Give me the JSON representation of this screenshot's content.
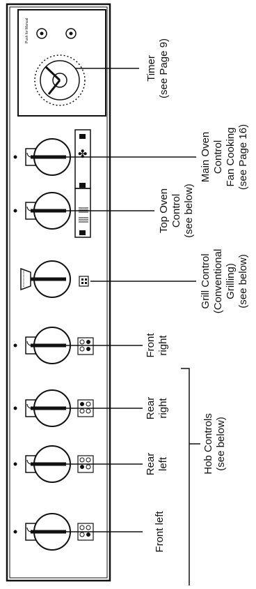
{
  "timer": {
    "label_line1": "Timer",
    "label_line2": "(see Page 9)",
    "dial_small_text": "Push for Manual"
  },
  "main_oven": {
    "label_line1": "Main Oven",
    "label_line2": "Control",
    "label_line3": "Fan Cooking",
    "label_line4": "(see Page 16)"
  },
  "top_oven": {
    "label_line1": "Top Oven",
    "label_line2": "Control",
    "label_line3": "(see below)"
  },
  "grill": {
    "label_line1": "Grill Control",
    "label_line2": "(Conventional",
    "label_line3": "Grilling)",
    "label_line4": "(see below)"
  },
  "hob": {
    "front_right_line1": "Front",
    "front_right_line2": "right",
    "rear_right_line1": "Rear",
    "rear_right_line2": "right",
    "rear_left_line1": "Rear",
    "rear_left_line2": "left",
    "front_left": "Front left",
    "group_line1": "Hob Controls",
    "group_line2": "(see below)"
  }
}
